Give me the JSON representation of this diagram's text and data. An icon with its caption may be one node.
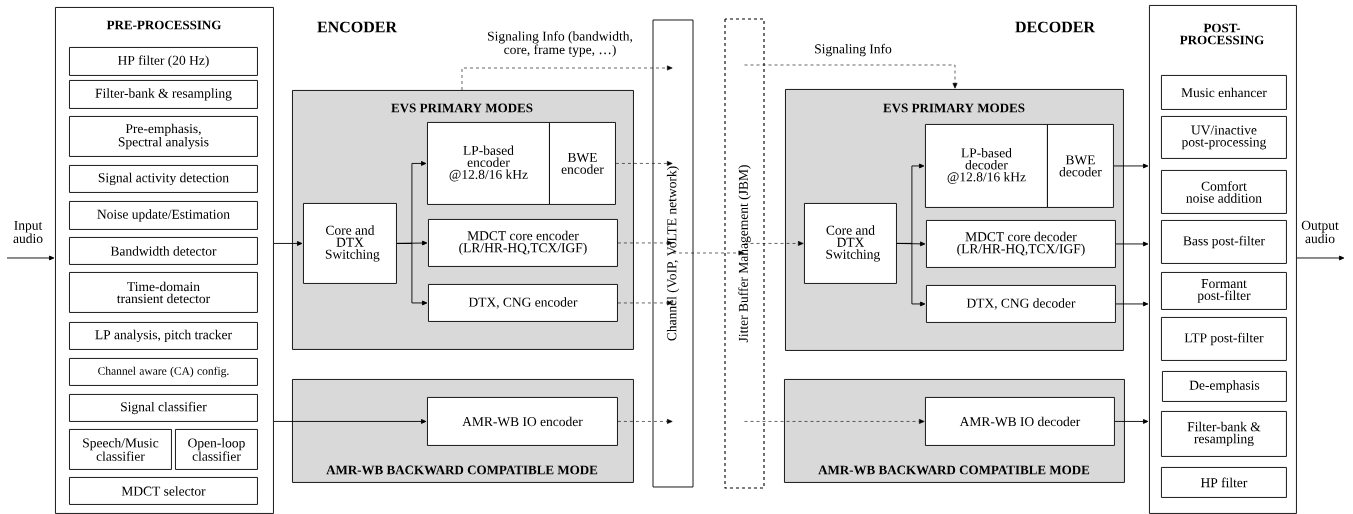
{
  "diagram": {
    "nodes": [
      {
        "text": [
          "PRE-PROCESSING"
        ]
      },
      {
        "text": [
          "HP filter (20 Hz)"
        ],
        "in": 0
      },
      {
        "text": [
          "Filter-bank & resampling"
        ],
        "in": 0
      },
      {
        "text": [
          "Pre-emphasis, Spectral analysis"
        ],
        "in": 0
      },
      {
        "text": [
          "Signal activity detection"
        ],
        "in": 0
      },
      {
        "text": [
          "Noise update/Estimation"
        ],
        "in": 0
      },
      {
        "text": [
          "Bandwidth detector"
        ],
        "in": 0
      },
      {
        "text": [
          "Time-domain transient detector"
        ],
        "in": 0
      },
      {
        "text": [
          "LP analysis, pitch tracker"
        ],
        "in": 0
      },
      {
        "text": [
          "Channel aware (CA) config."
        ],
        "in": 0
      },
      {
        "text": [
          "Signal classifier"
        ],
        "in": 0
      },
      {
        "text": [
          "Speech/Music classifier"
        ],
        "in": 0
      },
      {
        "text": [
          "Open-loop classifier"
        ],
        "in": 0
      },
      {
        "text": [
          "MDCT selector"
        ],
        "in": 0
      },
      {
        "text": [
          "EVS PRIMARY MODES"
        ]
      },
      {
        "text": [
          "Core and DTX Switching"
        ],
        "in": 14
      },
      {
        "text": [
          "LP-based encoder @12.8/16 kHz"
        ],
        "in": 14
      },
      {
        "text": [
          "BWE encoder"
        ],
        "in": 14
      },
      {
        "text": [
          "MDCT core encoder (LR/HR-HQ,TCX/IGF)"
        ],
        "in": 14
      },
      {
        "text": [
          "DTX, CNG encoder"
        ],
        "in": 14
      },
      {
        "text": [
          "AMR-WB BACKWARD COMPATIBLE MODE"
        ]
      },
      {
        "text": [
          "AMR-WB IO encoder"
        ],
        "in": 20
      },
      {
        "text": [
          "Channel (VoIP, VoLTE network)"
        ]
      },
      {
        "text": [
          "Jitter Buffer Management (JBM)"
        ]
      },
      {
        "text": [
          "EVS PRIMARY MODES"
        ]
      },
      {
        "text": [
          "Core and DTX Switching"
        ],
        "in": 24
      },
      {
        "text": [
          "LP-based decoder @12.8/16 kHz"
        ],
        "in": 24
      },
      {
        "text": [
          "BWE decoder"
        ],
        "in": 24
      },
      {
        "text": [
          "MDCT core decoder (LR/HR-HQ,TCX/IGF)"
        ],
        "in": 24
      },
      {
        "text": [
          "DTX, CNG decoder"
        ],
        "in": 24
      },
      {
        "text": [
          "AMR-WB BACKWARD COMPATIBLE MODE"
        ]
      },
      {
        "text": [
          "AMR-WB IO decoder"
        ],
        "in": 30
      },
      {
        "text": [
          "POST-PROCESSING"
        ]
      },
      {
        "text": [
          "Music enhancer"
        ],
        "in": 32
      },
      {
        "text": [
          "UV/inactive post-processing"
        ],
        "in": 32
      },
      {
        "text": [
          "Comfort noise addition"
        ],
        "in": 32
      },
      {
        "text": [
          "Bass post-filter"
        ],
        "in": 32
      },
      {
        "text": [
          "Formant post-filter"
        ],
        "in": 32
      },
      {
        "text": [
          "LTP post-filter"
        ],
        "in": 32
      },
      {
        "text": [
          "De-emphasis"
        ],
        "in": 32
      },
      {
        "text": [
          "Filter-bank & resampling"
        ],
        "in": 32
      },
      {
        "text": [
          "HP filter"
        ],
        "in": 32
      }
    ],
    "edges": [
      {
        "from": null,
        "to": 0,
        "arrow": "to",
        "label": "Input audio"
      },
      {
        "from": 0,
        "to": 15,
        "arrow": "to"
      },
      {
        "from": 15,
        "to": 16,
        "arrow": "to"
      },
      {
        "from": 15,
        "to": 18,
        "arrow": "to"
      },
      {
        "from": 15,
        "to": 19,
        "arrow": "to"
      },
      {
        "from": 0,
        "to": 21,
        "arrow": "to"
      },
      {
        "from": 14,
        "to": 22,
        "arrow": "to",
        "style": "dashed",
        "label": "Signaling Info (bandwidth, core, frame type, …)"
      },
      {
        "from": 17,
        "to": 22,
        "arrow": "to",
        "style": "dashed"
      },
      {
        "from": 18,
        "to": 22,
        "arrow": "to",
        "style": "dashed"
      },
      {
        "from": 19,
        "to": 22,
        "arrow": "to",
        "style": "dashed"
      },
      {
        "from": 21,
        "to": 22,
        "arrow": "to",
        "style": "dashed"
      },
      {
        "from": 22,
        "to": 23,
        "arrow": "to",
        "style": "dashed"
      },
      {
        "from": 23,
        "to": 24,
        "arrow": "to",
        "style": "dashed",
        "label": "Signaling Info"
      },
      {
        "from": 23,
        "to": 25,
        "arrow": "to",
        "style": "dashed"
      },
      {
        "from": 23,
        "to": 31,
        "arrow": "to",
        "style": "dashed"
      },
      {
        "from": 25,
        "to": 26,
        "arrow": "to"
      },
      {
        "from": 25,
        "to": 28,
        "arrow": "to"
      },
      {
        "from": 25,
        "to": 29,
        "arrow": "to"
      },
      {
        "from": 27,
        "to": 32,
        "arrow": "to"
      },
      {
        "from": 28,
        "to": 32,
        "arrow": "to"
      },
      {
        "from": 29,
        "to": 32,
        "arrow": "to"
      },
      {
        "from": 31,
        "to": 32,
        "arrow": "to"
      },
      {
        "from": 32,
        "to": null,
        "arrow": "to",
        "label": "Output audio"
      }
    ],
    "labels": [
      "ENCODER",
      "DECODER"
    ]
  }
}
